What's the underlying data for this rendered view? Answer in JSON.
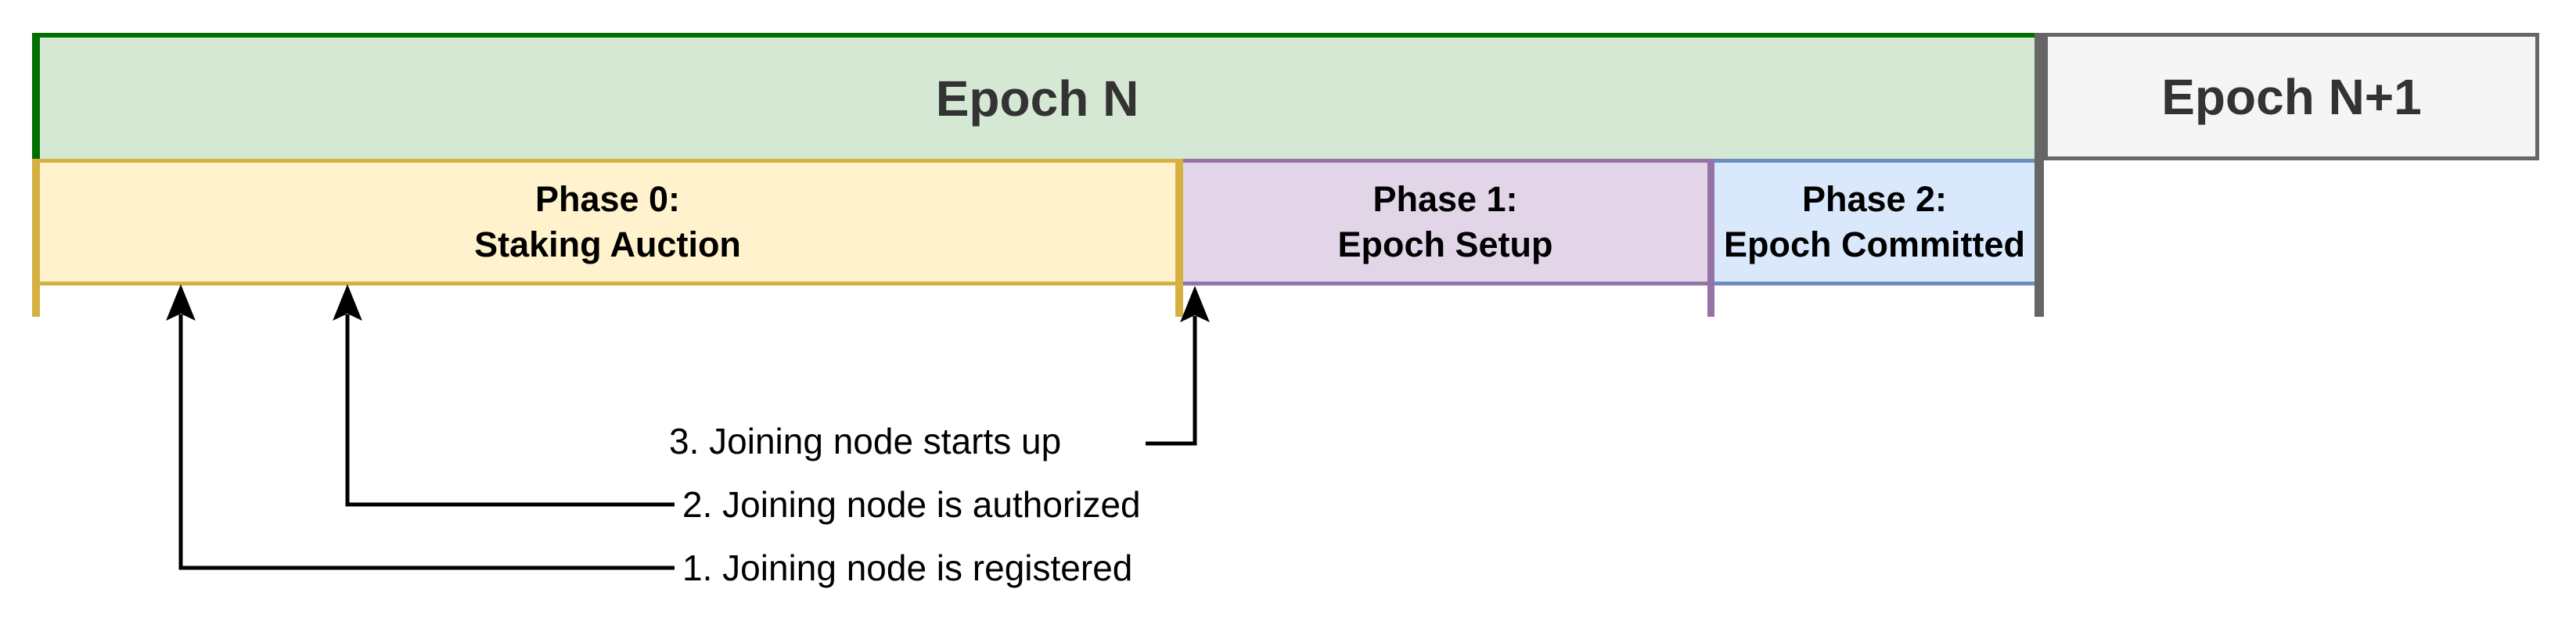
{
  "diagram": {
    "epochs": [
      {
        "id": "epoch-n",
        "label": "Epoch N",
        "fill": "#d5e8d4",
        "border": "#006f00",
        "text_color": "#333333"
      },
      {
        "id": "epoch-n1",
        "label": "Epoch N+1",
        "fill": "#f5f5f5",
        "border": "#666666",
        "text_color": "#333333"
      }
    ],
    "divider_color": "#666666",
    "phases": [
      {
        "id": "phase-0",
        "line1": "Phase 0:",
        "line2": "Staking Auction",
        "fill": "#fff2cc",
        "border": "#d5b043"
      },
      {
        "id": "phase-1",
        "line1": "Phase 1:",
        "line2": "Epoch Setup",
        "fill": "#e1d5e7",
        "border": "#9673a6"
      },
      {
        "id": "phase-2",
        "line1": "Phase 2:",
        "line2": "Epoch Committed",
        "fill": "#dae8fc",
        "border": "#6c8ebf"
      }
    ],
    "events": [
      {
        "id": "event-1",
        "label": "1. Joining node is registered"
      },
      {
        "id": "event-2",
        "label": "2. Joining node is authorized"
      },
      {
        "id": "event-3",
        "label": "3. Joining node starts up"
      }
    ],
    "arrow_color": "#000000",
    "background": "#ffffff"
  }
}
